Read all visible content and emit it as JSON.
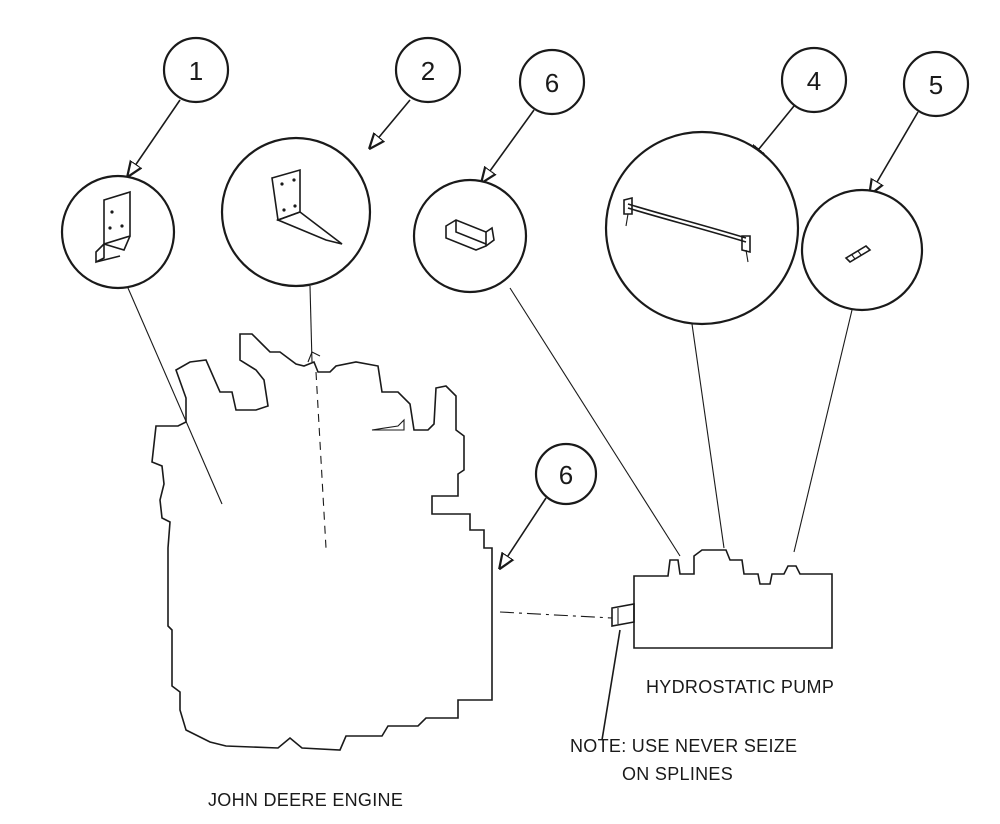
{
  "callouts": [
    {
      "id": "c1",
      "label": "1"
    },
    {
      "id": "c2",
      "label": "2"
    },
    {
      "id": "c3",
      "label": "6"
    },
    {
      "id": "c4",
      "label": "4"
    },
    {
      "id": "c5",
      "label": "5"
    },
    {
      "id": "c6",
      "label": "6"
    }
  ],
  "labels": {
    "pump": "HYDROSTATIC PUMP",
    "note_line1": "NOTE: USE NEVER SEIZE",
    "note_line2": "ON SPLINES",
    "engine": "JOHN DEERE ENGINE"
  }
}
